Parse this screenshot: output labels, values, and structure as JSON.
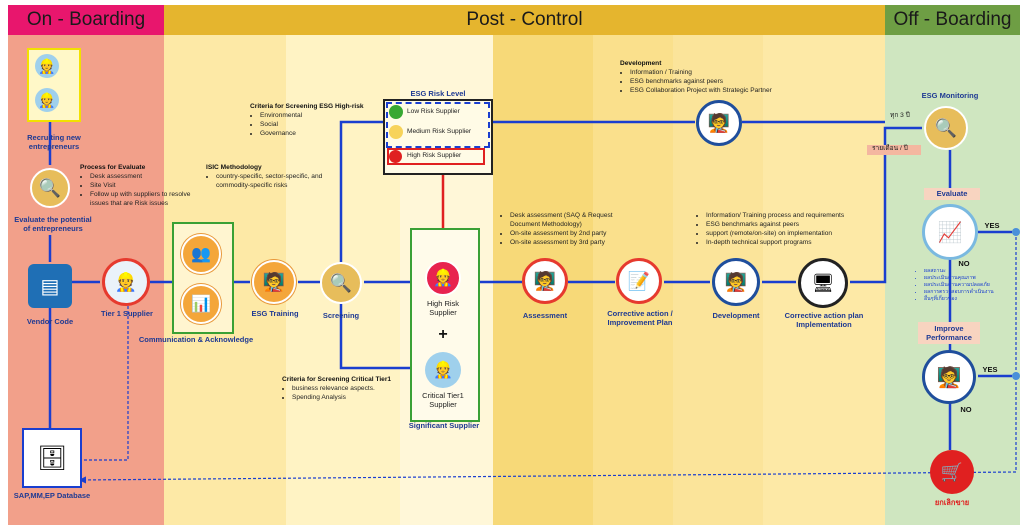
{
  "headers": {
    "onboarding": "On - Boarding",
    "postcontrol": "Post - Control",
    "offboarding": "Off - Boarding"
  },
  "nodes": {
    "recruiting": "Recruiting new entrepreneurs",
    "evaluate_potential": "Evaluate the potential of entrepreneurs",
    "vendor_code": "Vendor Code",
    "tier1": "Tier 1 Supplier",
    "database": "SAP,MM,EP Database",
    "communication": "Communication & Acknowledge",
    "esg_training": "ESG Training",
    "screening": "Screening",
    "high_risk_supplier": "High Risk Supplier",
    "critical_tier1": "Critical Tier1 Supplier",
    "significant": "Significant Supplier",
    "assessment": "Assessment",
    "corrective": "Corrective action / Improvement Plan",
    "development": "Development",
    "cap_implementation": "Corrective action plan Implementation",
    "esg_monitoring": "ESG Monitoring",
    "evaluate": "Evaluate",
    "improve": "Improve Performance",
    "yes1": "YES",
    "no1": "NO",
    "yes2": "YES",
    "no2": "NO",
    "cancel": "ยกเลิกขาย",
    "every3": "ทุก 3 ปี",
    "per_month": "รายเดือน / ปี",
    "plus": "+"
  },
  "esg_risk": {
    "title": "ESG Risk Level",
    "low": "Low  Risk Supplier",
    "medium": "Medium  Risk Supplier",
    "high": "High Risk Supplier"
  },
  "process_evaluate": {
    "title": "Process for Evaluate",
    "items": [
      "Desk assessment",
      "Site Visit",
      "Follow up with suppliers to resolve issues that are Risk issues"
    ]
  },
  "criteria_high": {
    "title": "Criteria for Screening ESG High-risk",
    "items": [
      "Environmental",
      "Social",
      "Governance"
    ]
  },
  "isic": {
    "title": "ISIC Methodology",
    "items": [
      "country-specific, sector-specific, and commodity-specific risks"
    ]
  },
  "criteria_critical": {
    "title": "Criteria for Screening  Critical Tier1",
    "items": [
      "business relevance aspects.",
      "Spending Analysis"
    ]
  },
  "assessment_text": {
    "items": [
      "Desk assessment (SAQ & Request Document Methodology)",
      "On-site assessment by 2nd party",
      "On-site assessment by 3rd party"
    ]
  },
  "dev_top": {
    "title": "Development",
    "items": [
      "Information / Training",
      "ESG benchmarks against peers",
      "ESG Collaboration Project with Strategic Partner"
    ]
  },
  "dev_mid": {
    "items": [
      "Information/ Training process and requirements",
      "ESG benchmarks against peers",
      "support (remote/on-site) on implementation",
      "In-depth technical support programs"
    ]
  },
  "evaluate_notes": {
    "items": [
      "ผลสถานะ",
      "ผลประเมินด้านคุณภาพ",
      "ผลประเมินด้านความปลอดภัย",
      "ผลการตรวจสอบการดำเนินงาน",
      "อื่นๆที่เกี่ยวข้อง"
    ]
  },
  "colors": {
    "onboard_bg": "#f2a08a",
    "post_bg": "#fde9a6",
    "off_bg": "#cfe6c0",
    "line_blue": "#1a3ecf",
    "header_red": "#e8166d",
    "header_yellow": "#e5b52e",
    "header_green": "#6e9e44"
  }
}
